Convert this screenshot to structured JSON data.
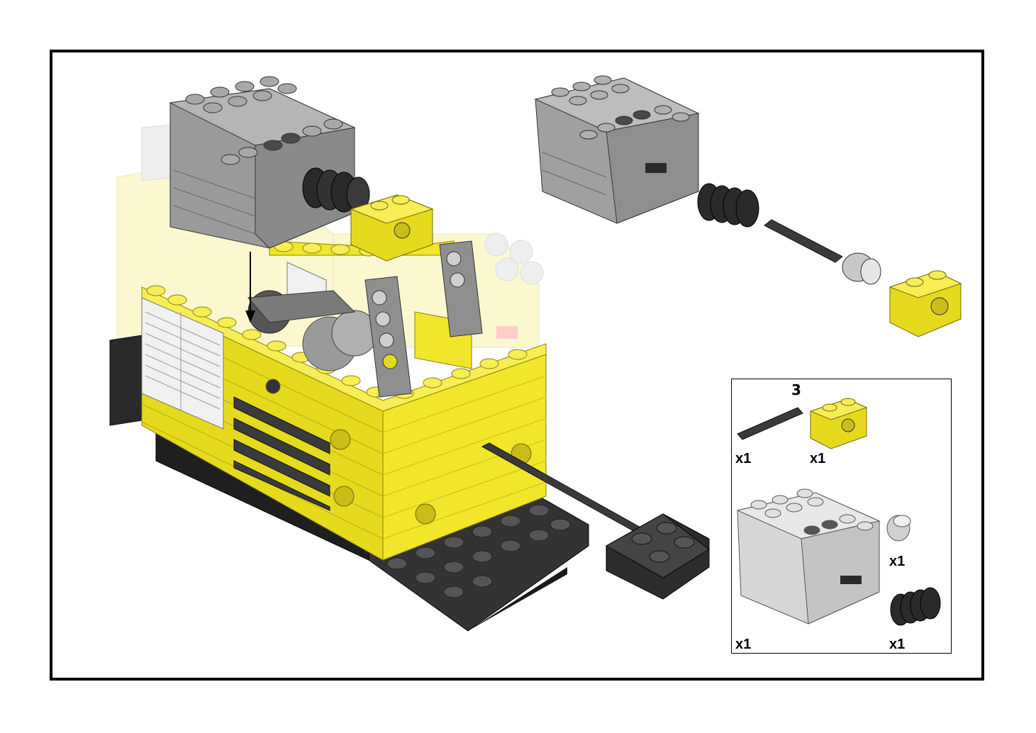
{
  "instructions": {
    "sub_step_number": "3",
    "parts": [
      {
        "icon": "axle-icon",
        "count": "x1"
      },
      {
        "icon": "technic-brick-1x2-yellow-icon",
        "count": "x1"
      },
      {
        "icon": "motor-icon",
        "count": "x1"
      },
      {
        "icon": "bush-icon",
        "count": "x1"
      },
      {
        "icon": "worm-gear-icon",
        "count": "x1"
      }
    ]
  },
  "colors": {
    "yellow": "#f2e62a",
    "dark_gray": "#3a3a3a",
    "mid_gray": "#8a8a8a",
    "light_gray": "#c8c8c8",
    "black": "#1e1e1e"
  }
}
